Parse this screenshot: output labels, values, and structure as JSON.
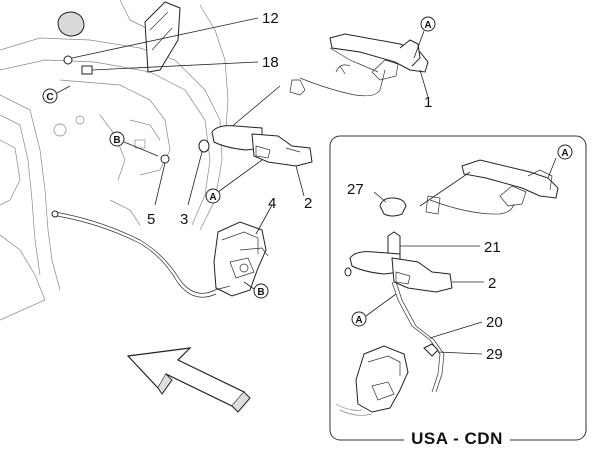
{
  "callouts": {
    "n12": "12",
    "n18": "18",
    "n1": "1",
    "n2": "2",
    "n3": "3",
    "n4": "4",
    "n5": "5",
    "n27": "27",
    "n21": "21",
    "n2b": "2",
    "n20": "20",
    "n29": "29"
  },
  "refs": {
    "a": "A",
    "b": "B",
    "c": "C"
  },
  "inset": {
    "title": "USA - CDN"
  }
}
